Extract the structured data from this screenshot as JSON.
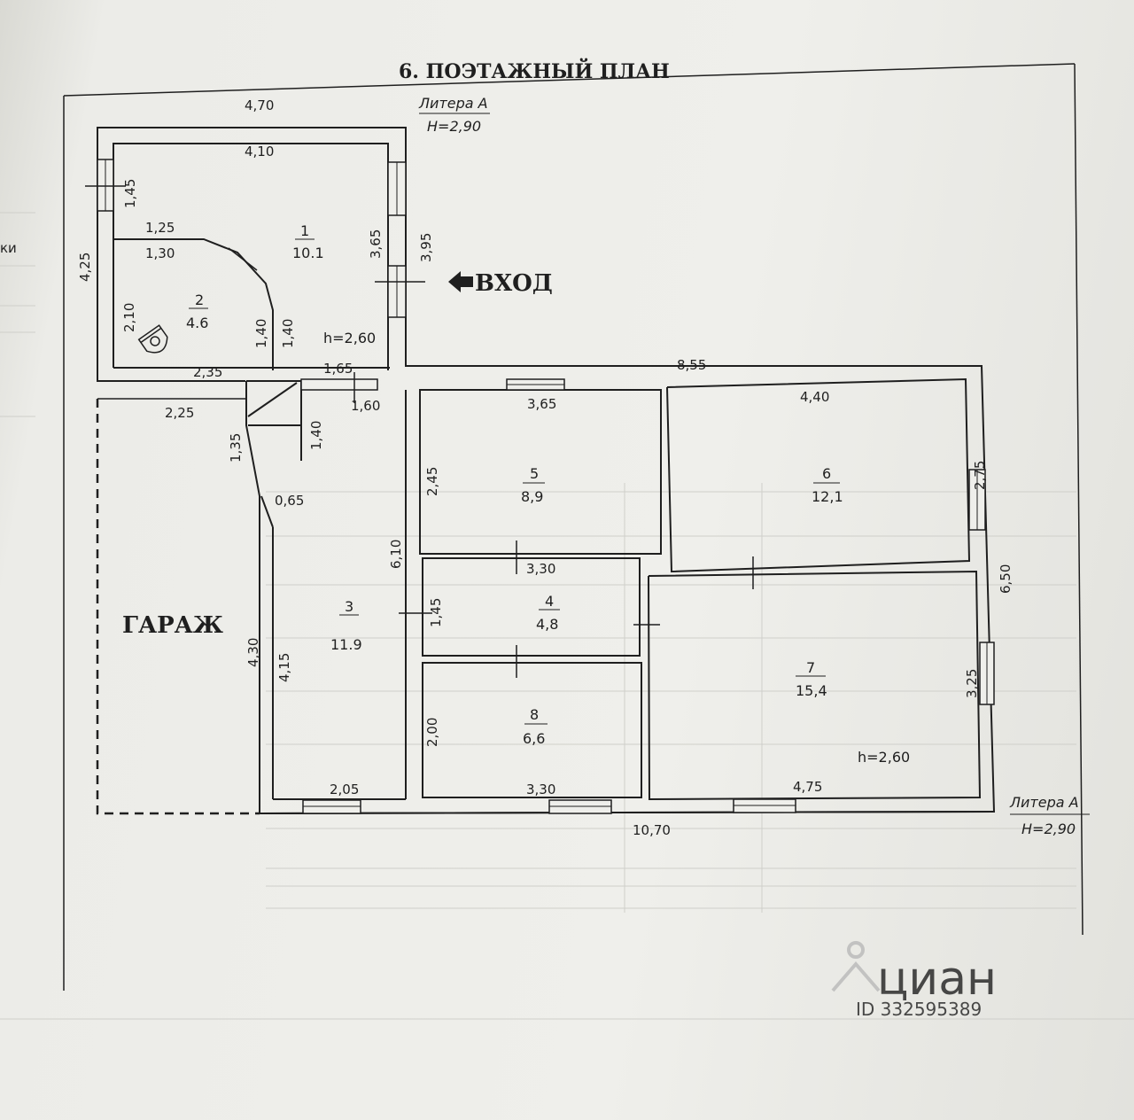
{
  "title": "6. ПОЭТАЖНЫЙ ПЛАН",
  "litera_top": {
    "name": "Литера А",
    "height": "H=2,90"
  },
  "litera_bottom": {
    "name": "Литера А",
    "height": "H=2,90"
  },
  "entrance_label": "ВХОД",
  "garage_label": "ГАРАЖ",
  "ceiling_height_1": "h=2,60",
  "ceiling_height_2": "h=2,60",
  "rooms": [
    {
      "number": "1",
      "area": "10.1"
    },
    {
      "number": "2",
      "area": "4.6"
    },
    {
      "number": "3",
      "area": "11.9"
    },
    {
      "number": "4",
      "area": "4,8"
    },
    {
      "number": "5",
      "area": "8,9"
    },
    {
      "number": "6",
      "area": "12,1"
    },
    {
      "number": "7",
      "area": "15,4"
    },
    {
      "number": "8",
      "area": "6,6"
    }
  ],
  "dimensions": {
    "outer_top_left": "4,70",
    "room1_top": "4,10",
    "left_window": "1,45",
    "outer_left": "4,25",
    "room2_top_a": "1,25",
    "room2_top_b": "1,30",
    "room2_left": "2,10",
    "room2_right": "1,40",
    "room1_left_low": "1,40",
    "room1_right": "3,65",
    "outer_right_upper": "3,95",
    "room2_bottom": "2,35",
    "hall_top": "1,65",
    "hall_mid": "1,60",
    "outer_right_top": "8,55",
    "garage_top": "2,25",
    "stair_left": "1,35",
    "stair_right": "1,40",
    "stair_bottom": "0,65",
    "room5_top": "3,65",
    "room6_top": "4,40",
    "room5_left": "2,45",
    "room6_right": "2,75",
    "outer_right_lower": "6,50",
    "room3_right": "6,10",
    "room4_top": "3,30",
    "room4_left": "1,45",
    "garage_right": "4,30",
    "room3_left": "4,15",
    "room7_right": "3,25",
    "room8_left": "2,00",
    "room3_bottom": "2,05",
    "room8_bottom": "3,30",
    "room7_bottom": "4,75",
    "outer_bottom": "10,70"
  },
  "watermark": {
    "brand": "циан",
    "id": "ID 332595389"
  },
  "margin_fragment": "ки",
  "colors": {
    "line": "#1f1f1f",
    "paper": "#efefeb",
    "watermark": "#b9b9b9"
  }
}
